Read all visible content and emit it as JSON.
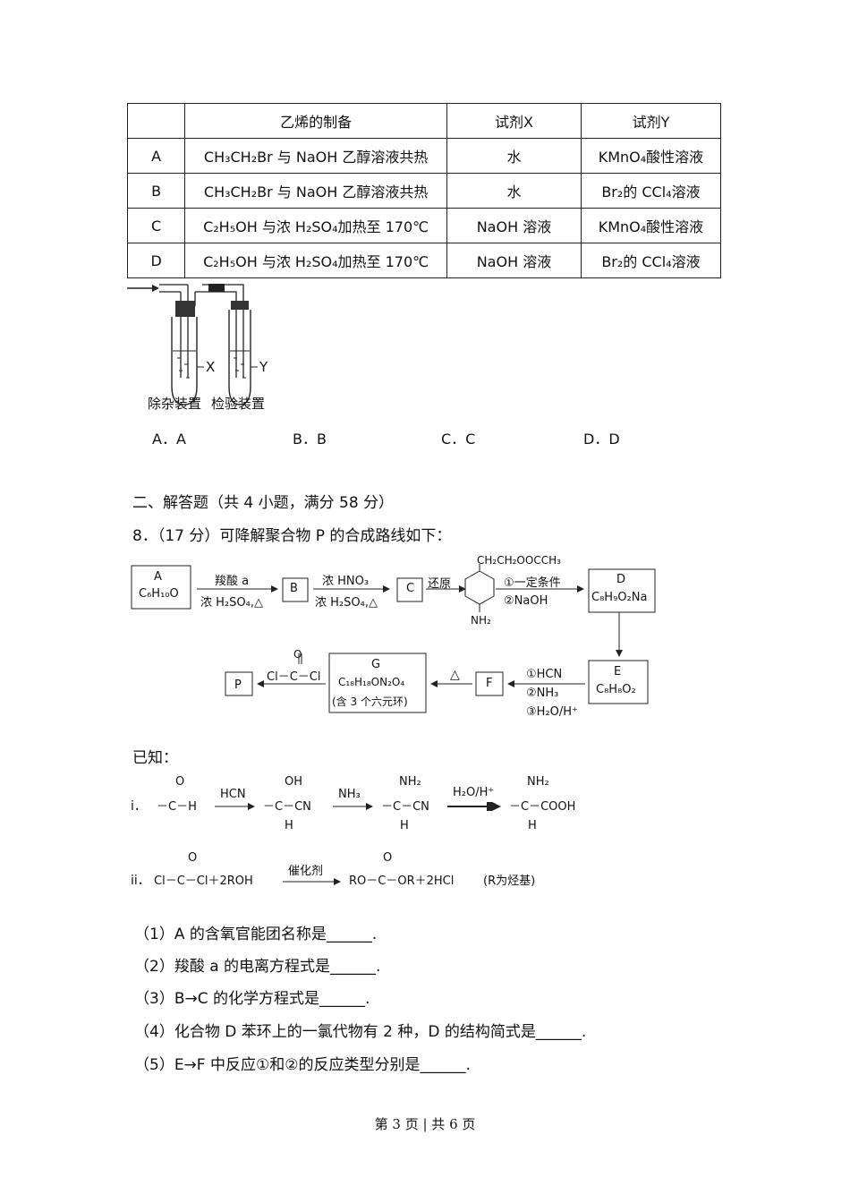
{
  "table": {
    "header": [
      "",
      "乙烯的制备",
      "试剂X",
      "试剂Y"
    ],
    "rows": [
      [
        "A",
        "CH₃CH₂Br 与 NaOH 乙醇溶液共热",
        "水",
        "KMnO₄酸性溶液"
      ],
      [
        "B",
        "CH₃CH₂Br 与 NaOH 乙醇溶液共热",
        "水",
        "Br₂的 CCl₄溶液"
      ],
      [
        "C",
        "C₂H₅OH 与浓 H₂SO₄加热至 170℃",
        "NaOH 溶液",
        "KMnO₄酸性溶液"
      ],
      [
        "D",
        "C₂H₅OH 与浓 H₂SO₄加热至 170℃",
        "NaOH 溶液",
        "Br₂的 CCl₄溶液"
      ]
    ]
  },
  "apparatus": {
    "label_x": "X",
    "label_y": "Y",
    "caption_left": "除杂装置",
    "caption_right": "检验装置"
  },
  "options": [
    "A．A",
    "B．B",
    "C．C",
    "D．D"
  ],
  "section_title": "二、解答题（共 4 小题，满分 58 分）",
  "question8": "8．（17 分）可降解聚合物 P 的合成路线如下：",
  "route": {
    "A": "A",
    "A_formula": "C₆H₁₀O",
    "a_top": "羧酸 a",
    "a_bottom": "浓 H₂SO₄,△",
    "B": "B",
    "b_top": "浓 HNO₃",
    "b_bottom": "浓 H₂SO₄,△",
    "C": "C",
    "c_reduce": "还原",
    "mid_top": "CH₂CH₂OOCCH₃",
    "mid_bottom": "NH₂",
    "d_cond1": "①一定条件",
    "d_cond2": "②NaOH",
    "D": "D",
    "D_formula": "C₈H₉O₂Na",
    "E": "E",
    "E_formula": "C₈H₈O₂",
    "ef_cond1": "①HCN",
    "ef_cond2": "②NH₃",
    "ef_cond3": "③H₂O/H⁺",
    "F": "F",
    "fg_cond": "△",
    "G": "G",
    "G_formula": "C₁₈H₁₈ON₂O₄",
    "G_note": "(含 3 个六元环)",
    "gp_reagent": "Cl－C－Cl",
    "gp_o": "O",
    "P": "P"
  },
  "known_title": "已知：",
  "known": {
    "i_label": "i．",
    "i_hcn": "HCN",
    "i_nh3": "NH₃",
    "i_h2o": "H₂O/H⁺",
    "i_start": "－C－H",
    "i_s1": "－C－CN",
    "i_s2": "－C－CN",
    "i_s3": "－C－COOH",
    "i_o": "O",
    "i_oh": "OH",
    "i_nh2a": "NH₂",
    "i_nh2b": "NH₂",
    "i_h": "H",
    "ii_label": "ii．",
    "ii_lhs": "Cl－C－Cl＋2ROH",
    "ii_cat": "催化剂",
    "ii_rhs": "RO－C－OR＋2HCl",
    "ii_note": "(R为烃基)",
    "ii_o": "O"
  },
  "subquestions": [
    "（1）A 的含氧官能团名称是______.",
    "（2）羧酸 a 的电离方程式是______.",
    "（3）B→C 的化学方程式是______.",
    "（4）化合物 D 苯环上的一氯代物有 2 种，D 的结构简式是______.",
    "（5）E→F 中反应①和②的反应类型分别是______."
  ],
  "footer": "第 3 页 | 共 6 页"
}
